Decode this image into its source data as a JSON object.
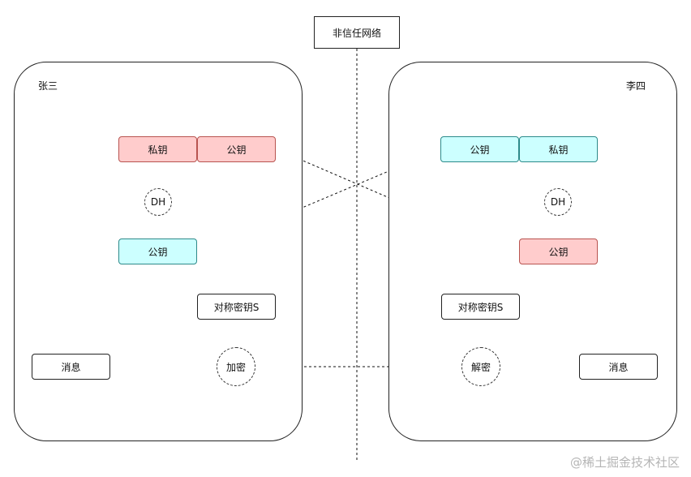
{
  "network_label": "非信任网络",
  "left": {
    "title": "张三",
    "private_key": "私钥",
    "public_key": "公钥",
    "dh": "DH",
    "received_public_key": "公钥",
    "symmetric_key": "对称密钥S",
    "encrypt": "加密",
    "message": "消息"
  },
  "right": {
    "title": "李四",
    "public_key": "公钥",
    "private_key": "私钥",
    "dh": "DH",
    "received_public_key": "公钥",
    "symmetric_key": "对称密钥S",
    "decrypt": "解密",
    "message": "消息"
  },
  "watermark": "@稀土掘金技术社区",
  "colors": {
    "private_fill": "#ffcccc",
    "public_fill": "#ccffff",
    "stroke": "#222222"
  }
}
